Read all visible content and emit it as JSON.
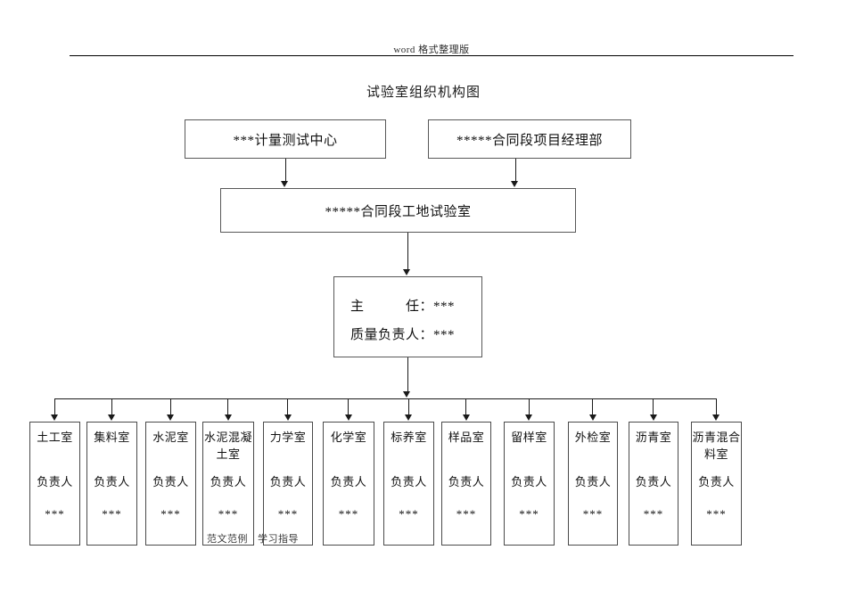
{
  "page": {
    "header_text": "word 格式整理版",
    "title": "试验室组织机构图",
    "watermark_left": "范文范例",
    "watermark_right": "学习指导"
  },
  "chart_data": {
    "type": "diagram",
    "title": "试验室组织机构图",
    "nodes": {
      "metrology_center": "***计量测试中心",
      "project_department": "*****合同段项目经理部",
      "site_laboratory": "*****合同段工地试验室",
      "director_line_1": "主　　　任：***",
      "director_line_2": "质量负责人：***"
    },
    "leaf_role_label": "负责人",
    "leaf_person_label": "***",
    "departments": [
      {
        "name": "土工室",
        "role": "负责人",
        "person": "***"
      },
      {
        "name": "集料室",
        "role": "负责人",
        "person": "***"
      },
      {
        "name": "水泥室",
        "role": "负责人",
        "person": "***"
      },
      {
        "name": "水泥混凝土室",
        "role": "负责人",
        "person": "***"
      },
      {
        "name": "力学室",
        "role": "负责人",
        "person": "***"
      },
      {
        "name": "化学室",
        "role": "负责人",
        "person": "***"
      },
      {
        "name": "标养室",
        "role": "负责人",
        "person": "***"
      },
      {
        "name": "样品室",
        "role": "负责人",
        "person": "***"
      },
      {
        "name": "留样室",
        "role": "负责人",
        "person": "***"
      },
      {
        "name": "外检室",
        "role": "负责人",
        "person": "***"
      },
      {
        "name": "沥青室",
        "role": "负责人",
        "person": "***"
      },
      {
        "name": "沥青混合料室",
        "role": "负责人",
        "person": "***"
      }
    ],
    "edges": [
      {
        "from": "metrology_center",
        "to": "site_laboratory",
        "arrow": true
      },
      {
        "from": "project_department",
        "to": "site_laboratory",
        "arrow": true
      },
      {
        "from": "site_laboratory",
        "to": "director",
        "arrow": true
      },
      {
        "from": "director",
        "to": "departments",
        "arrow": true
      }
    ],
    "line_color": "#1a1a1a",
    "box_border_color": "#4a4a4a",
    "background": "#ffffff"
  }
}
